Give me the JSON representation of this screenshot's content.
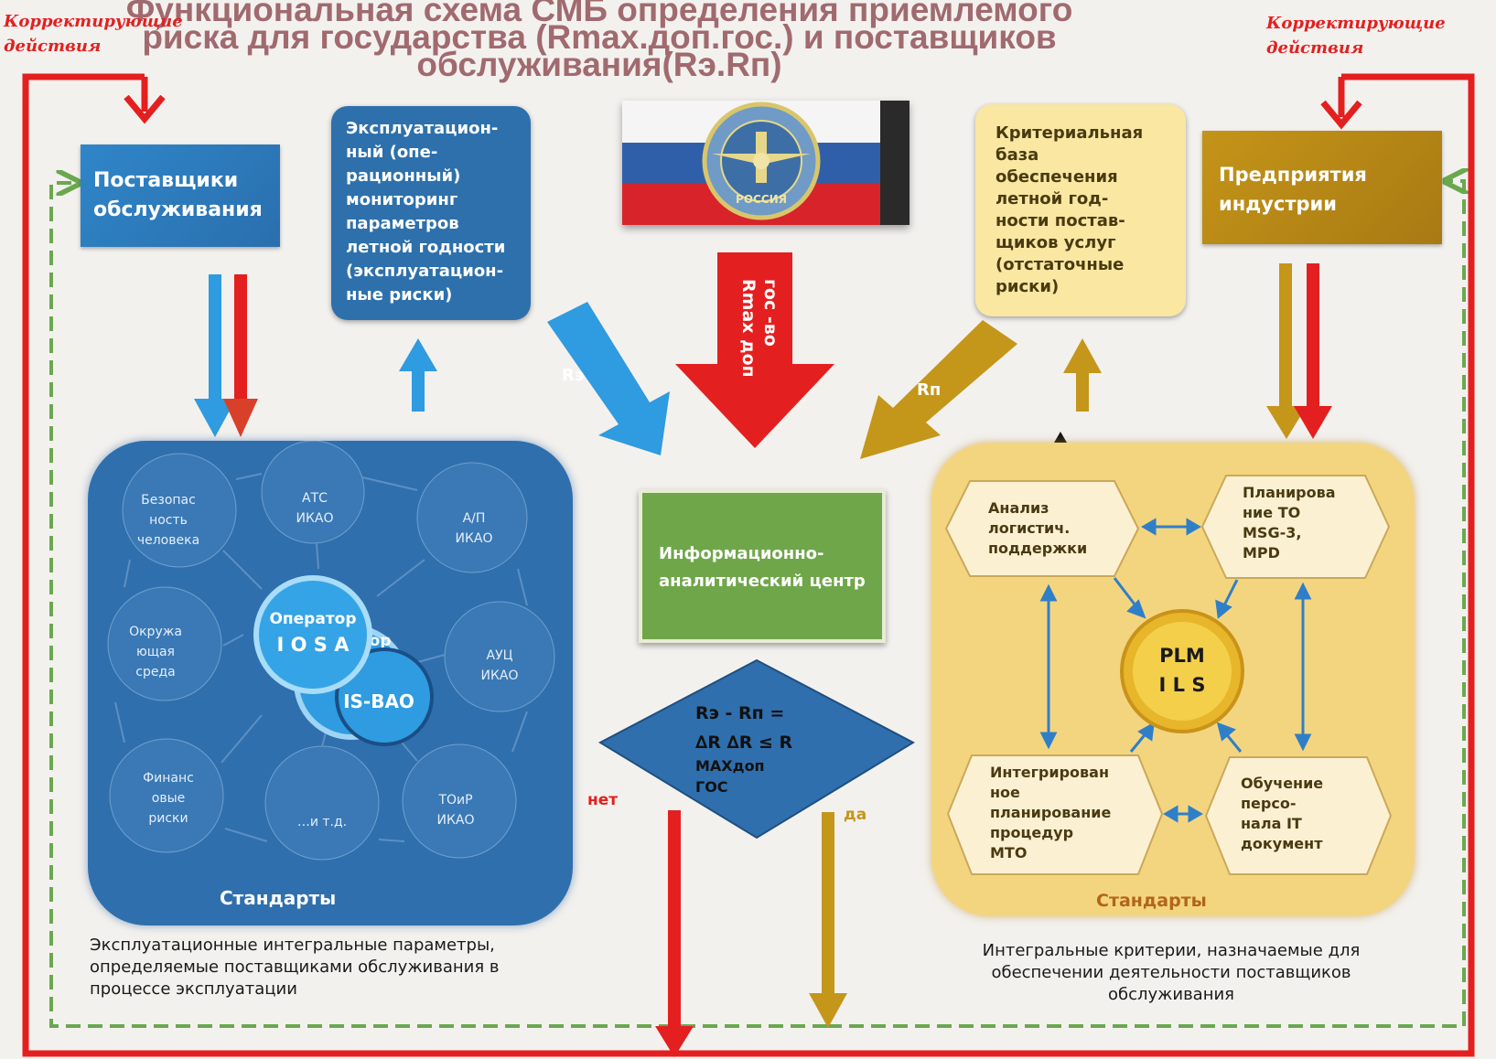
{
  "title": {
    "line1": "Функциональная схема СМБ определения приемлемого",
    "line2": "риска для государства (Rmax.доп.гос.) и поставщиков",
    "line3": "обслуживания(Rэ.Rп)"
  },
  "corrective_left": {
    "line1": "Корректирующие",
    "line2": "действия"
  },
  "corrective_right": {
    "line1": "Корректирующие",
    "line2": "действия"
  },
  "suppliers": {
    "line1": "Поставщики",
    "line2": "обслуживания"
  },
  "operational_monitoring": {
    "lines": [
      "Эксплуатацион-",
      "ный (опе-",
      "рационный)",
      "мониторинг",
      "параметров",
      "летной годности",
      "(эксплуатацион-",
      "ные риски)"
    ]
  },
  "flag": {
    "emblem_text": "РОССИЯ"
  },
  "criteria_base": {
    "lines": [
      "Критериальная",
      "база",
      "обеспечения",
      "летной год-",
      "ности постав-",
      "щиков услуг",
      "(отстаточные",
      "риски)"
    ]
  },
  "industry": {
    "line1": "Предприятия",
    "line2": "индустрии"
  },
  "arrows": {
    "re": "Rэ",
    "rp": "Rп",
    "rmax_line1": "Rmax доп",
    "rmax_line2": "гос -во"
  },
  "info_center": {
    "line1": "Информационно-",
    "line2": "аналитический центр"
  },
  "decision": {
    "line1": "Rэ - Rп =",
    "line2": "∆R ∆R ≤ R",
    "line3": "МАХдоп",
    "line4": "ГОС",
    "no": "нет",
    "yes": "да"
  },
  "left_panel": {
    "nodes": [
      {
        "lines": [
          "Безопас",
          "ность",
          "человека"
        ]
      },
      {
        "lines": [
          "АТС",
          "ИКАО"
        ]
      },
      {
        "lines": [
          "А/П",
          "ИКАО"
        ]
      },
      {
        "lines": [
          "Окружа",
          "ющая",
          "среда"
        ]
      },
      {
        "lines": [
          "АУЦ",
          "ИКАО"
        ]
      },
      {
        "lines": [
          "Финанс",
          "овые",
          "риски"
        ]
      },
      {
        "lines": [
          "…и т.д."
        ]
      },
      {
        "lines": [
          "ТОиР",
          "ИКАО"
        ]
      }
    ],
    "operator_line1": "Оператор",
    "operator_line2": "I O S A",
    "isbao": "IS-BAO",
    "standards": "Стандарты"
  },
  "right_panel": {
    "hex": [
      {
        "lines": [
          "Анализ",
          "логистич.",
          "поддержки"
        ]
      },
      {
        "lines": [
          "Планирова",
          "ние ТО",
          "MSG-3,",
          "MPD"
        ]
      },
      {
        "lines": [
          "Интегрирован",
          "ное",
          "планирование",
          "процедур",
          "МТО"
        ]
      },
      {
        "lines": [
          "Обучение",
          "персо-",
          "нала IT",
          "документ"
        ]
      }
    ],
    "plm_line1": "PLM",
    "plm_line2": "I L S",
    "standards": "Стандарты"
  },
  "caption_left": {
    "line1": "Эксплуатационные интегральные параметры,",
    "line2": "определяемые поставщиками обслуживания  в",
    "line3": "процессе эксплуатации"
  },
  "caption_right": {
    "line1": "Интегральные критерии, назначаемые  для",
    "line2": "обеспечении деятельности поставщиков",
    "line3": "обслуживания"
  },
  "colors": {
    "red": "#e41f1f",
    "blue": "#2f9be0",
    "gold": "#c4961a",
    "green_dash": "#6aa84f",
    "panel_blue": "#2f6fad",
    "panel_gold": "#f4d57f"
  }
}
